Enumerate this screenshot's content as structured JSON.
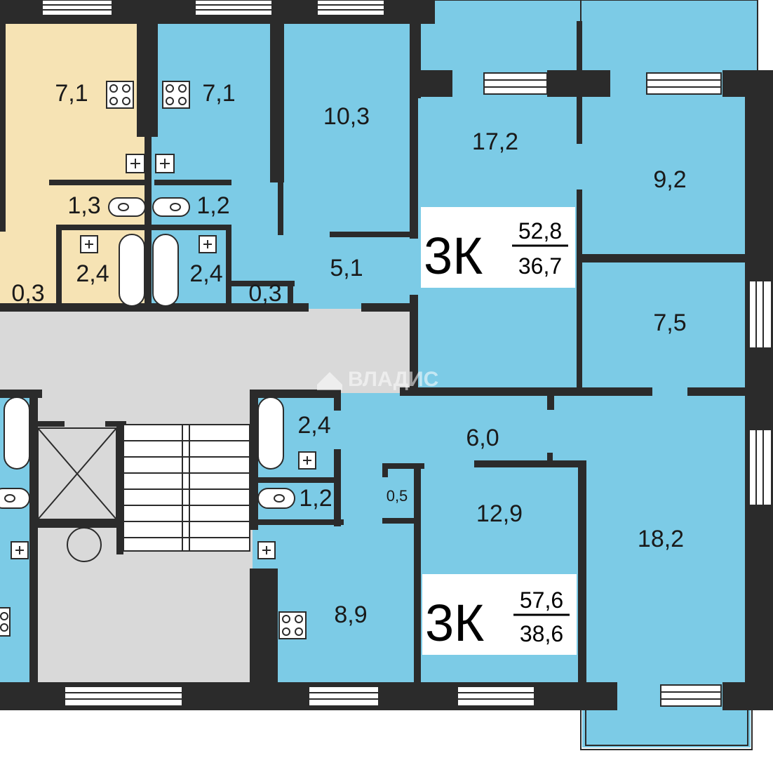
{
  "colors": {
    "apartment_blue": "#7ccbe6",
    "apartment_yellow": "#f6e3b4",
    "common_area": "#d9d9d9",
    "wall": "#2b2b2b"
  },
  "watermark": "ВЛАДИС",
  "apartments": [
    {
      "rooms": "3К",
      "total_area": "52,8",
      "living_area": "36,7"
    },
    {
      "rooms": "3К",
      "total_area": "57,6",
      "living_area": "38,6"
    }
  ],
  "rooms": [
    {
      "name": "room-area-yellow-kitchen",
      "label": "7,1"
    },
    {
      "name": "room-area-blue-kitchen",
      "label": "7,1"
    },
    {
      "name": "room-area-10-3",
      "label": "10,3"
    },
    {
      "name": "room-area-17-2",
      "label": "17,2"
    },
    {
      "name": "room-area-9-2",
      "label": "9,2"
    },
    {
      "name": "room-area-yellow-toilet",
      "label": "1,3"
    },
    {
      "name": "room-area-blue-toilet",
      "label": "1,2"
    },
    {
      "name": "room-area-yellow-bath",
      "label": "2,4"
    },
    {
      "name": "room-area-blue-bath",
      "label": "2,4"
    },
    {
      "name": "room-area-yellow-closet",
      "label": "0,3"
    },
    {
      "name": "room-area-blue-closet",
      "label": "0,3"
    },
    {
      "name": "room-area-5-1",
      "label": "5,1"
    },
    {
      "name": "room-area-7-5",
      "label": "7,5"
    },
    {
      "name": "room-area-lower-bath",
      "label": "2,4"
    },
    {
      "name": "room-area-6-0",
      "label": "6,0"
    },
    {
      "name": "room-area-lower-toilet",
      "label": "1,2"
    },
    {
      "name": "room-area-0-5",
      "label": "0,5"
    },
    {
      "name": "room-area-12-9",
      "label": "12,9"
    },
    {
      "name": "room-area-18-2",
      "label": "18,2"
    },
    {
      "name": "room-area-8-9",
      "label": "8,9"
    }
  ]
}
